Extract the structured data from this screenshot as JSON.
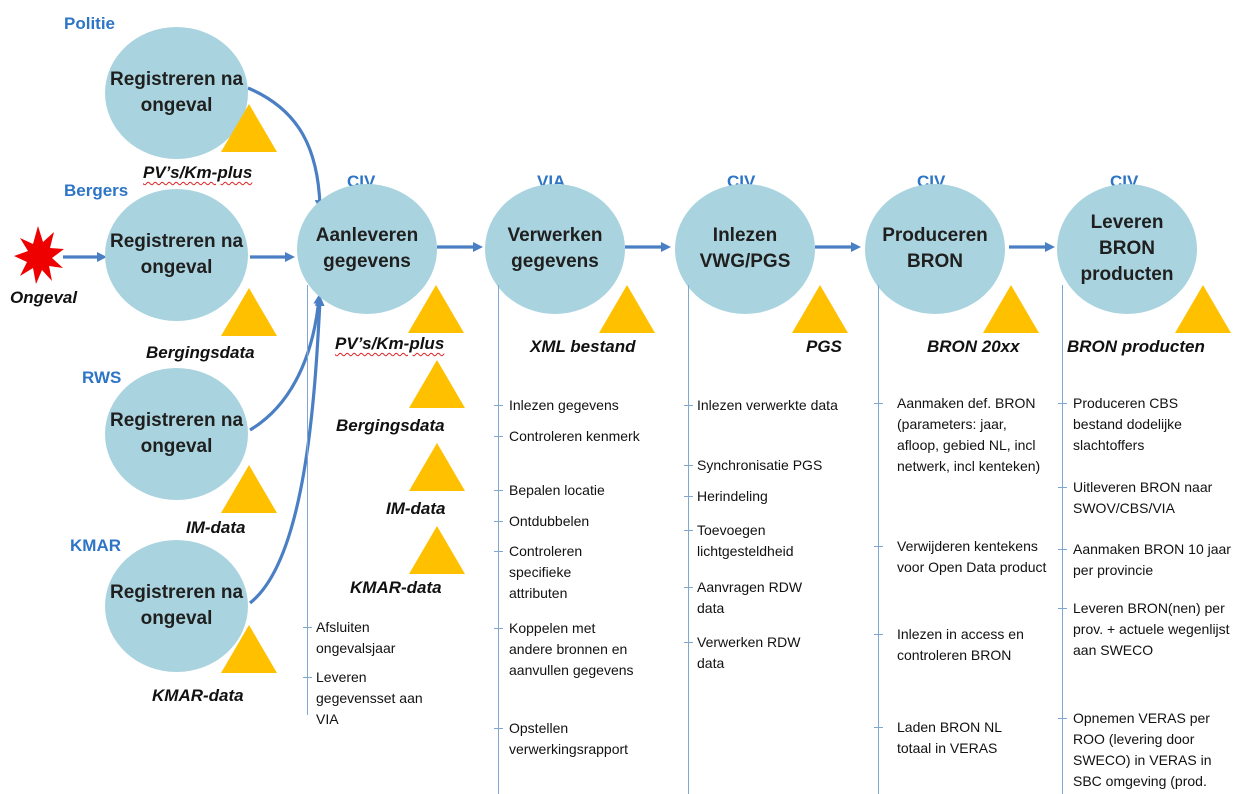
{
  "colors": {
    "circle": "#a9d4df",
    "arrow": "#4a7fc4",
    "org": "#2e75c6",
    "triangle": "#ffc000",
    "star": "#ee0000"
  },
  "sources": [
    {
      "org": "Politie",
      "label": "Registreren na ongeval",
      "product": "PV’s/Km-plus"
    },
    {
      "org": "Bergers",
      "label": "Registreren na ongeval",
      "product": "Bergingsdata"
    },
    {
      "org": "RWS",
      "label": "Registreren na ongeval",
      "product": "IM-data"
    },
    {
      "org": "KMAR",
      "label": "Registreren na ongeval",
      "product": "KMAR-data"
    }
  ],
  "event": {
    "label": "Ongeval",
    "icon": "explosion-star-icon"
  },
  "stages": [
    {
      "org": "CIV",
      "label": "Aanleveren gegevens",
      "products": [
        "PV’s/Km-plus",
        "Bergingsdata",
        "IM-data",
        "KMAR-data"
      ],
      "tasks": [
        "Afsluiten ongevalsjaar",
        "Leveren gegevensset aan VIA"
      ]
    },
    {
      "org": "VIA",
      "label": "Verwerken gegevens",
      "products": [
        "XML bestand"
      ],
      "tasks": [
        "Inlezen gegevens",
        "Controleren kenmerk",
        "Bepalen locatie",
        "Ontdubbelen",
        "Controleren specifieke attributen",
        "Koppelen met andere bronnen en aanvullen gegevens",
        "Opstellen verwerkingsrapport"
      ]
    },
    {
      "org": "CIV",
      "label": "Inlezen VWG/PGS",
      "products": [
        "PGS"
      ],
      "tasks": [
        "Inlezen verwerkte data",
        "Synchronisatie PGS",
        "Herindeling",
        "Toevoegen lichtgesteldheid",
        "Aanvragen RDW data",
        "Verwerken RDW data"
      ]
    },
    {
      "org": "CIV",
      "label": "Produceren BRON",
      "products": [
        "BRON 20xx"
      ],
      "tasks": [
        "Aanmaken def. BRON (parameters: jaar, afloop, gebied NL, incl netwerk, incl kenteken)",
        "Verwijderen kentekens voor Open Data product",
        "Inlezen in access en controleren BRON",
        "Laden BRON NL totaal in VERAS"
      ]
    },
    {
      "org": "CIV",
      "label": "Leveren BRON producten",
      "products": [
        "BRON producten"
      ],
      "tasks": [
        "Produceren CBS bestand dodelijke slachtoffers",
        "Uitleveren BRON naar SWOV/CBS/VIA",
        "Aanmaken BRON 10 jaar per provincie",
        "Leveren BRON(nen) per prov. + actuele wegenlijst aan SWECO",
        "Opnemen VERAS per ROO (levering door SWECO) in VERAS in SBC omgeving (prod."
      ]
    }
  ]
}
